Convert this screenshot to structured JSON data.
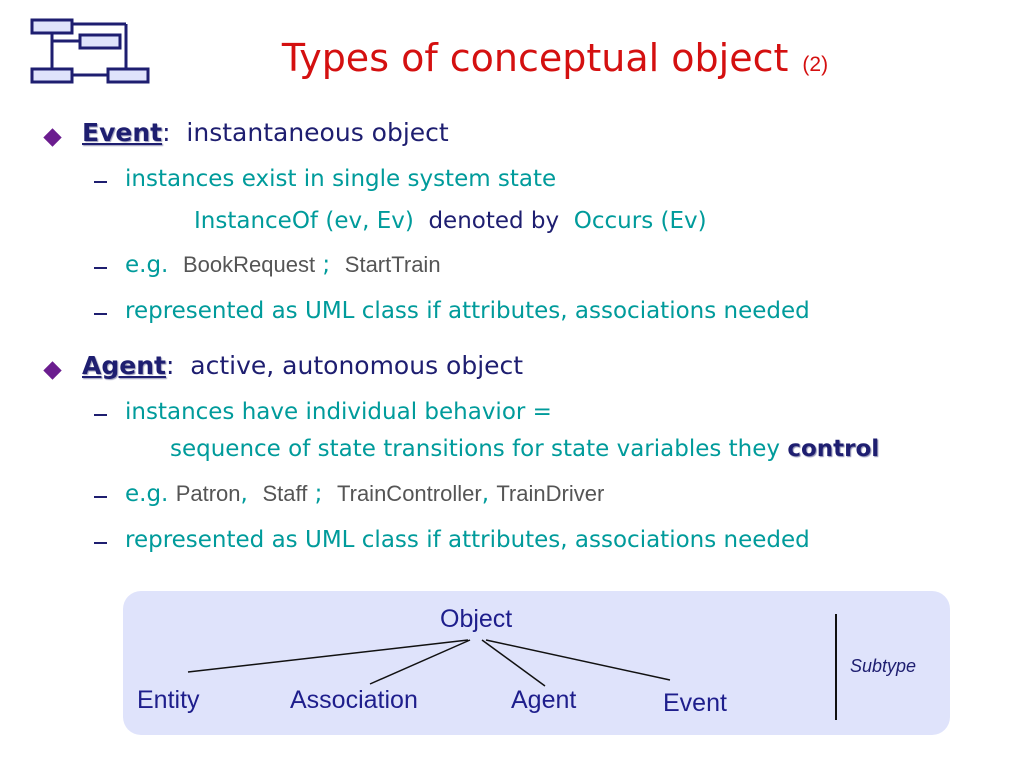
{
  "title": {
    "main": "Types of conceptual object",
    "number": "(2)"
  },
  "event": {
    "keyword": "Event",
    "colon": ":",
    "desc": "instantaneous object",
    "sub1": "instances exist in single system state",
    "formula": {
      "part1": "InstanceOf (ev, Ev)",
      "denoted": "denoted by",
      "part2": "Occurs (Ev)"
    },
    "eg": {
      "prefix": "e.g.",
      "item1": "BookRequest",
      "sep": ";",
      "item2": "StartTrain"
    },
    "represented": "represented as UML class if attributes, associations needed"
  },
  "agent": {
    "keyword": "Agent",
    "colon": ":",
    "desc": "active, autonomous object",
    "sub1": "instances have individual behavior =",
    "sub1b": "sequence of state transitions for state variables they",
    "control": "control",
    "eg": {
      "prefix": "e.g.",
      "item1": "Patron",
      "comma1": ",",
      "item2": "Staff",
      "sep": ";",
      "item3": "TrainController",
      "comma2": ",",
      "item4": "TrainDriver"
    },
    "represented": "represented as UML class if attributes, associations needed"
  },
  "diagram": {
    "root": "Object",
    "children": [
      "Entity",
      "Association",
      "Agent",
      "Event"
    ],
    "legend": "Subtype"
  },
  "colors": {
    "title": "#d41010",
    "navy": "#1e1e70",
    "teal": "#009b9b",
    "bullet": "#6b1d8f",
    "panel": "#dfe3fb"
  }
}
